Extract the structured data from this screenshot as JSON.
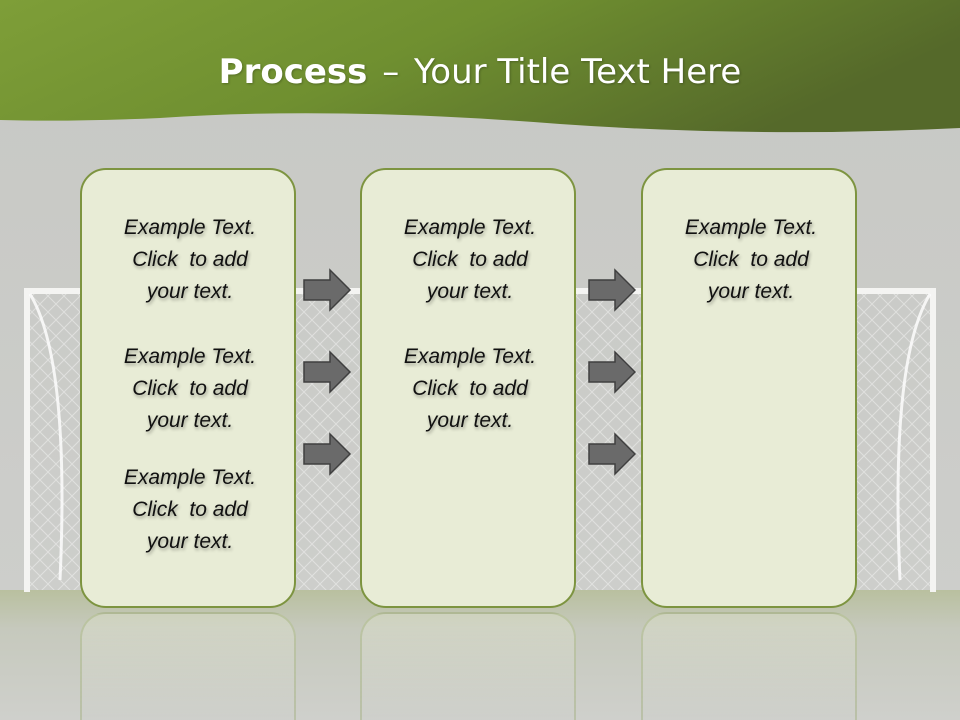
{
  "title": {
    "bold": "Process",
    "separator": "–",
    "rest": "Your Title Text Here"
  },
  "colors": {
    "header_green": "#6b8c2e",
    "panel_fill": "#e8ecd6",
    "panel_border": "#7d9440",
    "arrow_fill": "#6a6a6a"
  },
  "columns": [
    {
      "blocks": [
        {
          "line1": "Example Text.",
          "line2": "Click  to add",
          "line3": "your text."
        },
        {
          "line1": "Example Text.",
          "line2": "Click  to add",
          "line3": "your text."
        },
        {
          "line1": "Example Text.",
          "line2": "Click  to add",
          "line3": "your text."
        }
      ]
    },
    {
      "blocks": [
        {
          "line1": "Example Text.",
          "line2": "Click  to add",
          "line3": "your text."
        },
        {
          "line1": "Example Text.",
          "line2": "Click  to add",
          "line3": "your text."
        }
      ]
    },
    {
      "blocks": [
        {
          "line1": "Example Text.",
          "line2": "Click  to add",
          "line3": "your text."
        }
      ]
    }
  ]
}
